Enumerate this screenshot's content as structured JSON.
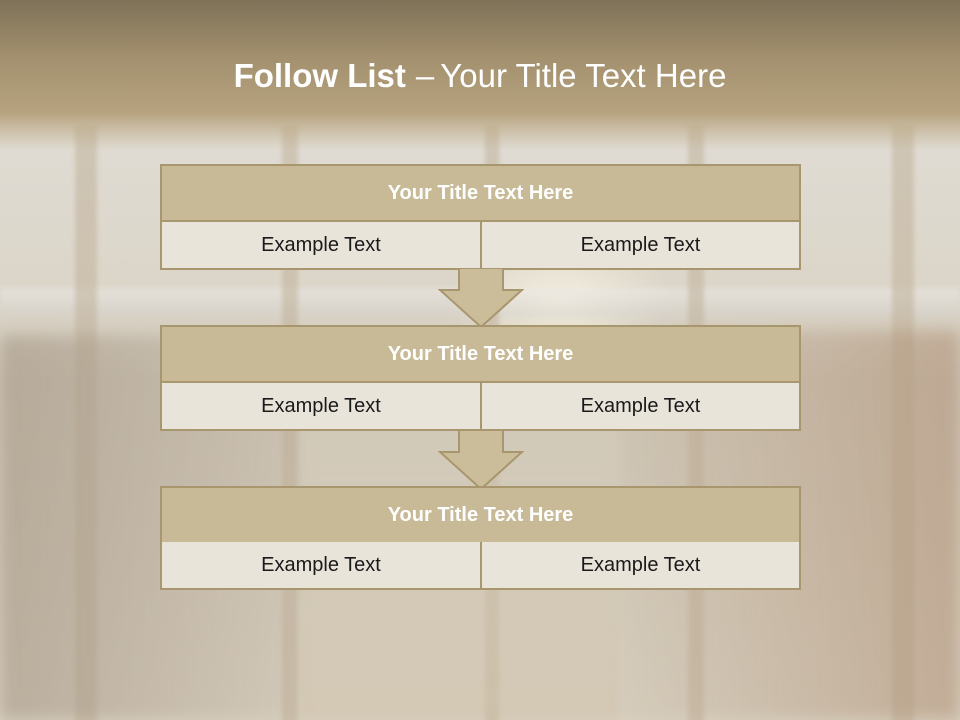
{
  "title": {
    "bold": "Follow List",
    "dash": "–",
    "rest": "Your Title Text Here"
  },
  "blocks": [
    {
      "heading": "Your Title Text Here",
      "cells": [
        "Example Text",
        "Example Text"
      ]
    },
    {
      "heading": "Your Title Text Here",
      "cells": [
        "Example Text",
        "Example Text"
      ]
    },
    {
      "heading": "Your Title Text Here",
      "cells": [
        "Example Text",
        "Example Text"
      ]
    }
  ],
  "colors": {
    "heading_fill": "#c9ba97",
    "cell_fill": "#e9e4da",
    "border": "#a8976e",
    "arrow_fill": "#cbbd9a"
  },
  "icons": [
    "down-arrow-icon",
    "down-arrow-icon"
  ]
}
